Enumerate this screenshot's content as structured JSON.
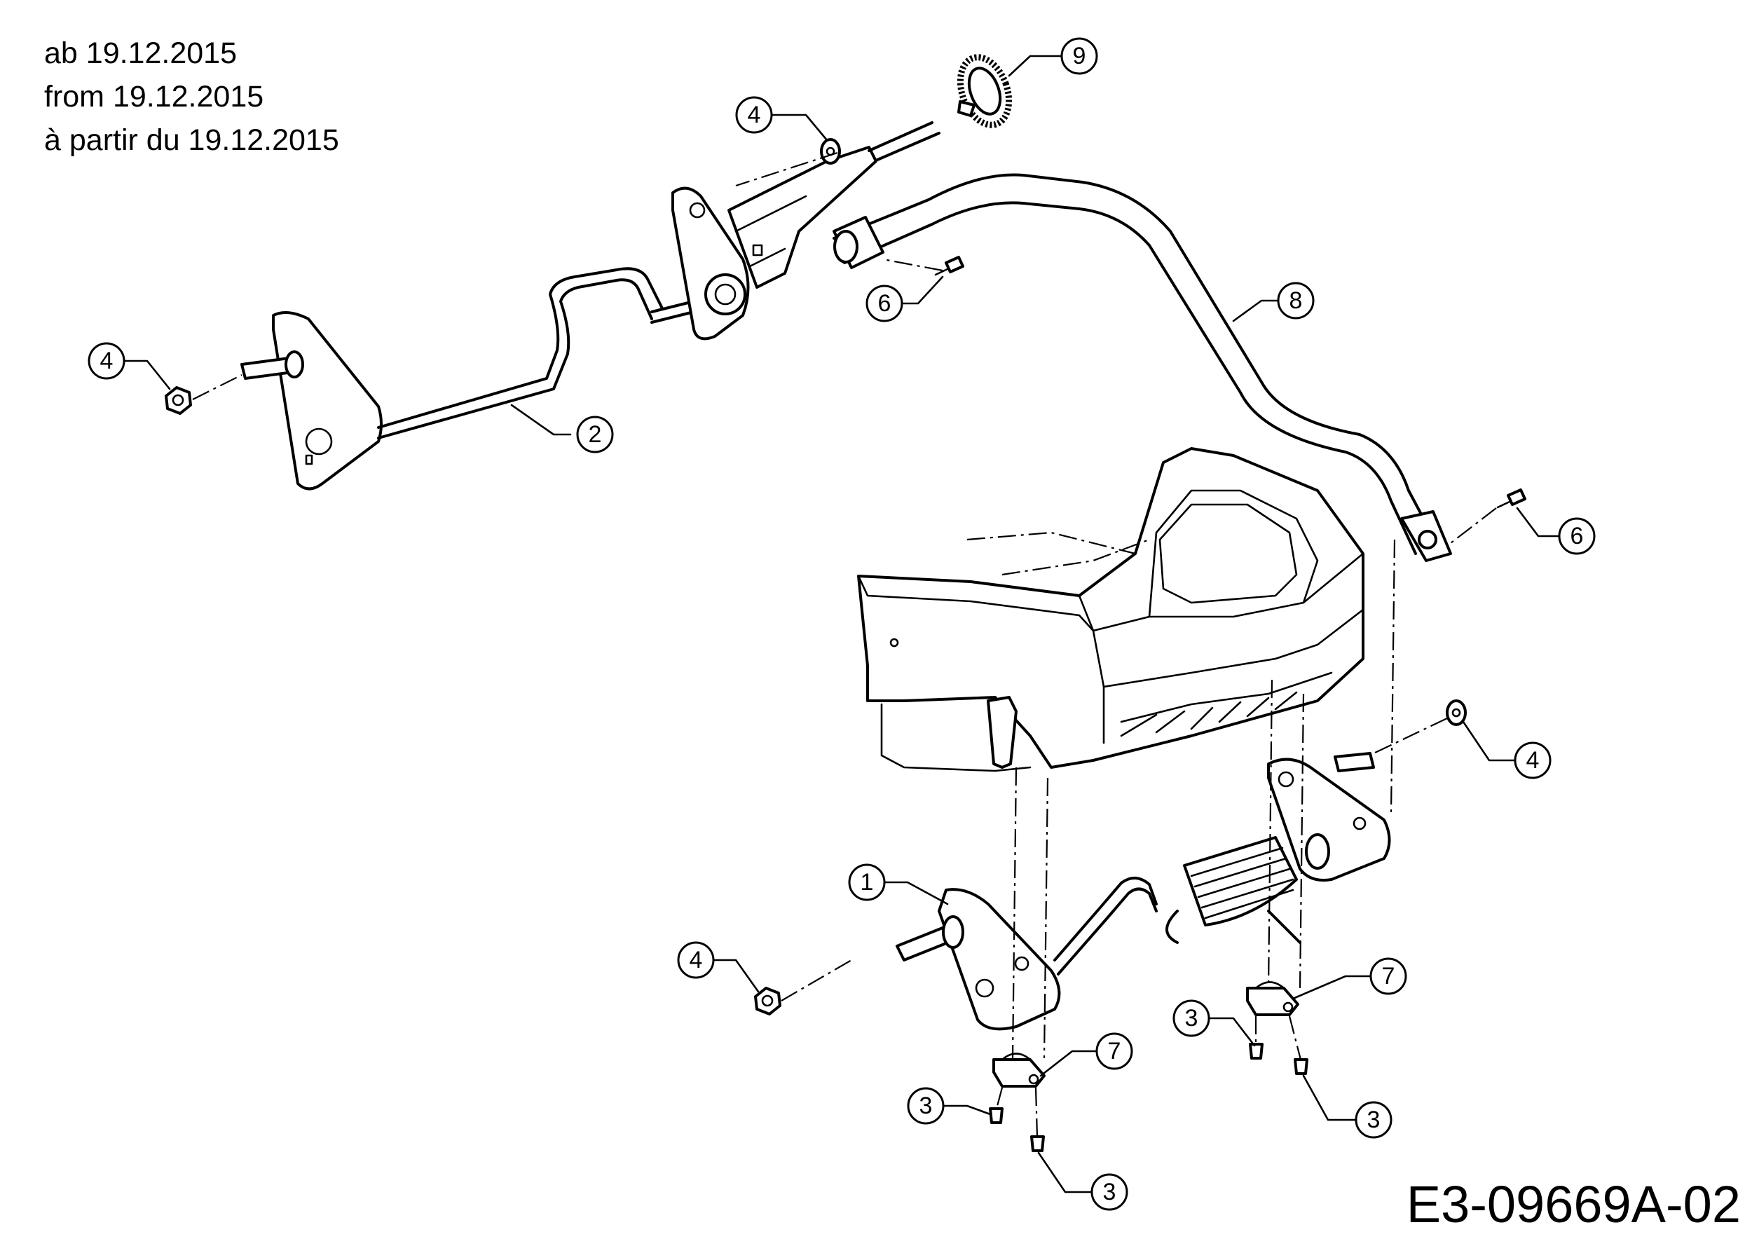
{
  "header": {
    "date_lines": [
      "ab 19.12.2015",
      "from 19.12.2015",
      "à partir du 19.12.2015"
    ]
  },
  "footer": {
    "document_id": "E3-09669A-02"
  },
  "callouts": [
    {
      "label": "9"
    },
    {
      "label": "4"
    },
    {
      "label": "4"
    },
    {
      "label": "2"
    },
    {
      "label": "6"
    },
    {
      "label": "8"
    },
    {
      "label": "6"
    },
    {
      "label": "4"
    },
    {
      "label": "1"
    },
    {
      "label": "4"
    },
    {
      "label": "7"
    },
    {
      "label": "3"
    },
    {
      "label": "7"
    },
    {
      "label": "3"
    },
    {
      "label": "3"
    },
    {
      "label": "3"
    }
  ]
}
